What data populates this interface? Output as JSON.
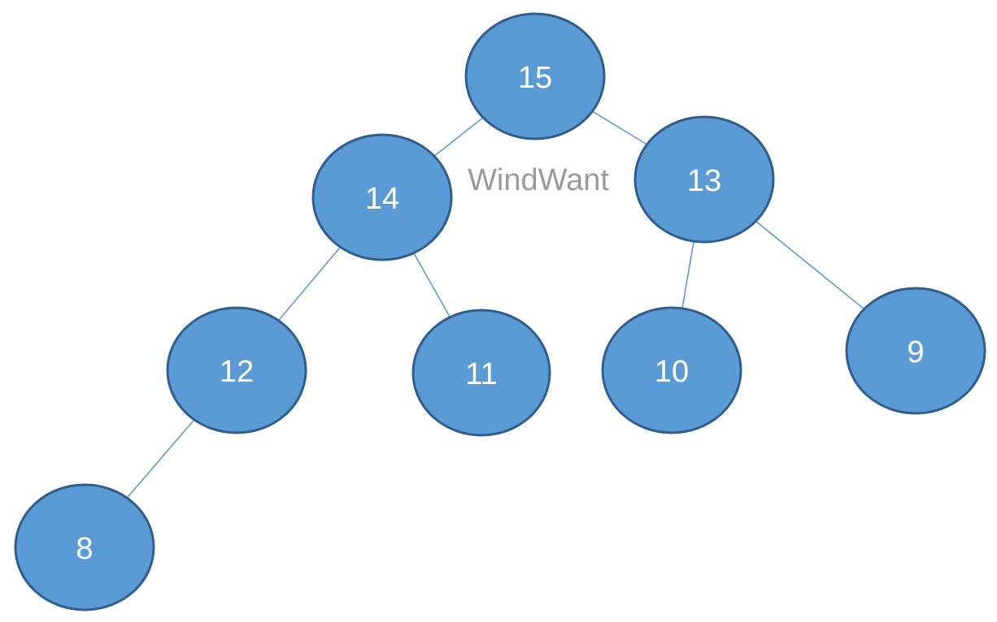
{
  "watermark": "WindWant",
  "colors": {
    "node_fill": "#5b9bd5",
    "node_stroke": "#2f5e8c",
    "edge": "#5b9bd5",
    "label": "#ffffff",
    "watermark": "#9a9a9a"
  },
  "tree": {
    "nodes": [
      {
        "id": "n15",
        "label": "15"
      },
      {
        "id": "n14",
        "label": "14"
      },
      {
        "id": "n13",
        "label": "13"
      },
      {
        "id": "n12",
        "label": "12"
      },
      {
        "id": "n11",
        "label": "11"
      },
      {
        "id": "n10",
        "label": "10"
      },
      {
        "id": "n9",
        "label": "9"
      },
      {
        "id": "n8",
        "label": "8"
      }
    ],
    "edges": [
      {
        "from": "n15",
        "to": "n14"
      },
      {
        "from": "n15",
        "to": "n13"
      },
      {
        "from": "n14",
        "to": "n12"
      },
      {
        "from": "n14",
        "to": "n11"
      },
      {
        "from": "n13",
        "to": "n10"
      },
      {
        "from": "n13",
        "to": "n9"
      },
      {
        "from": "n12",
        "to": "n8"
      }
    ]
  }
}
